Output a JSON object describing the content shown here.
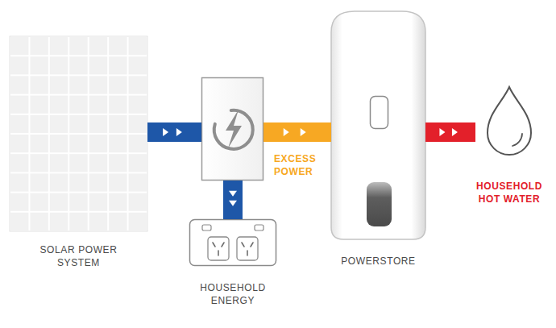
{
  "diagram": {
    "nodes": [
      {
        "text": [
          "SOLAR POWER SYSTEM"
        ]
      },
      {
        "text": []
      },
      {
        "text": [
          "HOUSEHOLD ENERGY"
        ]
      },
      {
        "text": [
          "POWERSTORE"
        ]
      },
      {
        "text": [
          "HOUSEHOLD HOT WATER"
        ]
      }
    ],
    "edges": [
      {
        "from": 0,
        "to": 1,
        "arrow": "to"
      },
      {
        "from": 1,
        "to": 2,
        "arrow": "to"
      },
      {
        "from": 1,
        "to": 3,
        "label": "EXCESS POWER",
        "arrow": "to"
      },
      {
        "from": 3,
        "to": 4,
        "arrow": "to"
      }
    ]
  }
}
